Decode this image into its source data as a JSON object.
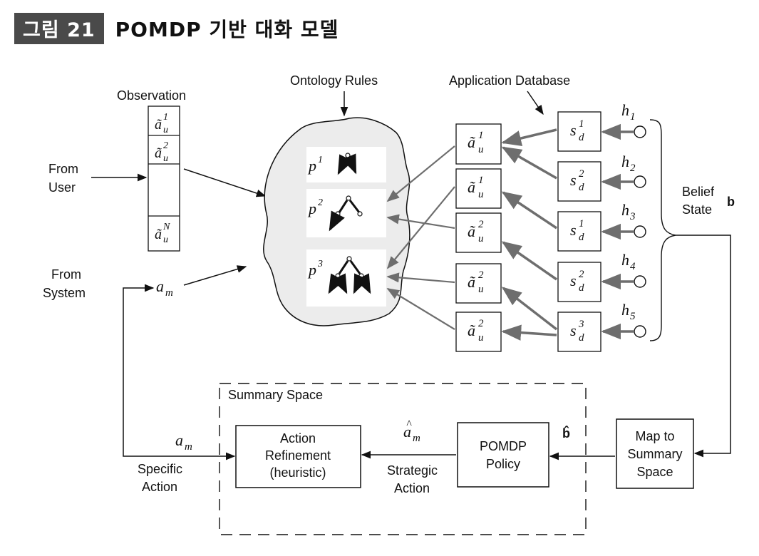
{
  "figure": {
    "tag": "그림 21",
    "title": "POMDP 기반 대화 모델"
  },
  "labels": {
    "observation": "Observation",
    "ontology_rules": "Ontology Rules",
    "application_database": "Application Database",
    "from_user_1": "From",
    "from_user_2": "User",
    "from_system_1": "From",
    "from_system_2": "System",
    "belief_state_1": "Belief",
    "belief_state_2": "State",
    "belief_symbol": "b",
    "summary_space": "Summary Space",
    "action_refinement_1": "Action",
    "action_refinement_2": "Refinement",
    "action_refinement_3": "(heuristic)",
    "pomdp_policy_1": "POMDP",
    "pomdp_policy_2": "Policy",
    "map_to_summary_1": "Map to",
    "map_to_summary_2": "Summary",
    "map_to_summary_3": "Space",
    "b_hat": "b̂",
    "strategic_action_1": "Strategic",
    "strategic_action_2": "Action",
    "specific_action_1": "Specific",
    "specific_action_2": "Action"
  },
  "observation_cells": [
    "ã_u^1",
    "ã_u^2",
    "",
    "ã_u^N"
  ],
  "user_act_boxes": [
    "ã_u^1",
    "ã_u^1",
    "ã_u^2",
    "ã_u^2",
    "ã_u^2"
  ],
  "slot_boxes": [
    "s_d^1",
    "s_d^2",
    "s_d^1",
    "s_d^2",
    "s_d^3"
  ],
  "hypotheses": [
    "h1",
    "h2",
    "h3",
    "h4",
    "h5"
  ],
  "partitions": [
    "p1",
    "p2",
    "p3"
  ],
  "colors": {
    "header_tag_bg": "#4a4a4a",
    "cloud_fill": "#ececec",
    "arrow_gray": "#777777"
  }
}
